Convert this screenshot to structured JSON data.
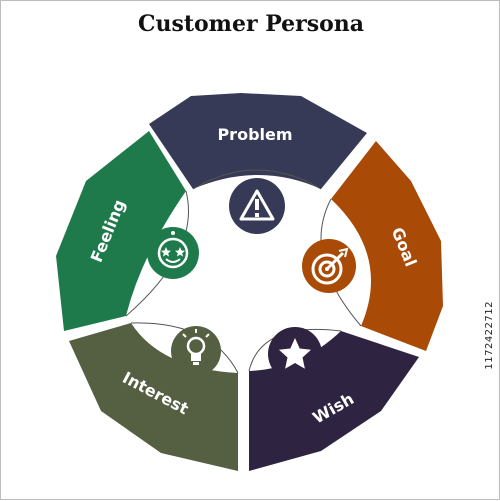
{
  "title": "Customer Persona",
  "side_code": "1172422712",
  "segments": [
    {
      "id": "problem",
      "label": "Problem",
      "color": "#363a57",
      "icon": "warning-triangle-icon"
    },
    {
      "id": "goal",
      "label": "Goal",
      "color": "#a94a06",
      "icon": "target-arrow-icon"
    },
    {
      "id": "wish",
      "label": "Wish",
      "color": "#2e2341",
      "icon": "star-icon"
    },
    {
      "id": "interest",
      "label": "Interest",
      "color": "#556042",
      "icon": "lightbulb-icon"
    },
    {
      "id": "feeling",
      "label": "Feeling",
      "color": "#1f7a4b",
      "icon": "star-eyes-face-icon"
    }
  ]
}
